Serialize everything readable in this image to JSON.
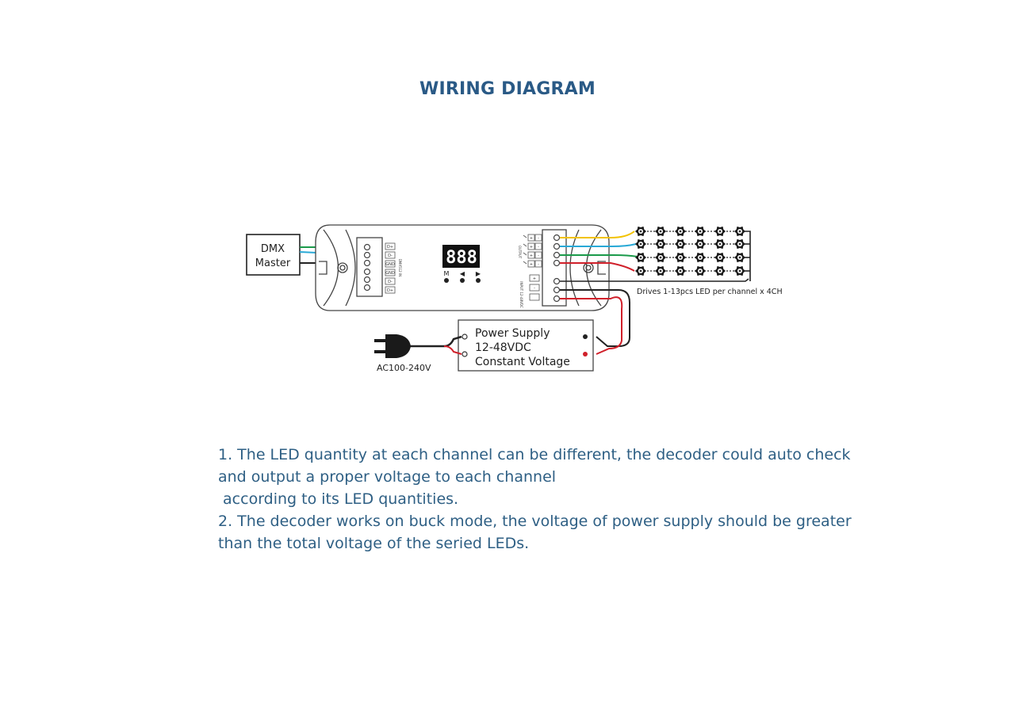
{
  "title": "WIRING DIAGRAM",
  "diagram": {
    "dmx_master": [
      "DMX",
      "Master"
    ],
    "display_digits": "888",
    "buttons": [
      "M",
      "◀",
      "▶"
    ],
    "input_terminals": [
      "D+",
      "D-",
      "GND",
      "GND",
      "D-",
      "D+"
    ],
    "input_side_label": "DMX512 IN",
    "output_terminals": [
      "+",
      "-",
      "+",
      "-",
      "+",
      "-",
      "+",
      "-",
      "+",
      "-"
    ],
    "output_side_label": "OUTPUT",
    "power_side_label": "INPUT 12-48VDC",
    "led_caption": "Drives 1-13pcs LED per channel x 4CH",
    "power_supply": [
      "Power Supply",
      "12-48VDC",
      "Constant Voltage"
    ],
    "ac_label": "AC100-240V",
    "colors": {
      "yellow": "#f2c200",
      "cyan": "#29a9d6",
      "green": "#1a9a4a",
      "red": "#d0202a",
      "title": "#2a5a86"
    }
  },
  "notes": [
    "1. The LED quantity at each channel can be different, the decoder could auto check",
    "and output a proper voltage to each channel",
    " according to its LED quantities.",
    "2. The decoder works on buck mode, the voltage of power supply should be greater",
    "than the total voltage of the seried LEDs."
  ]
}
